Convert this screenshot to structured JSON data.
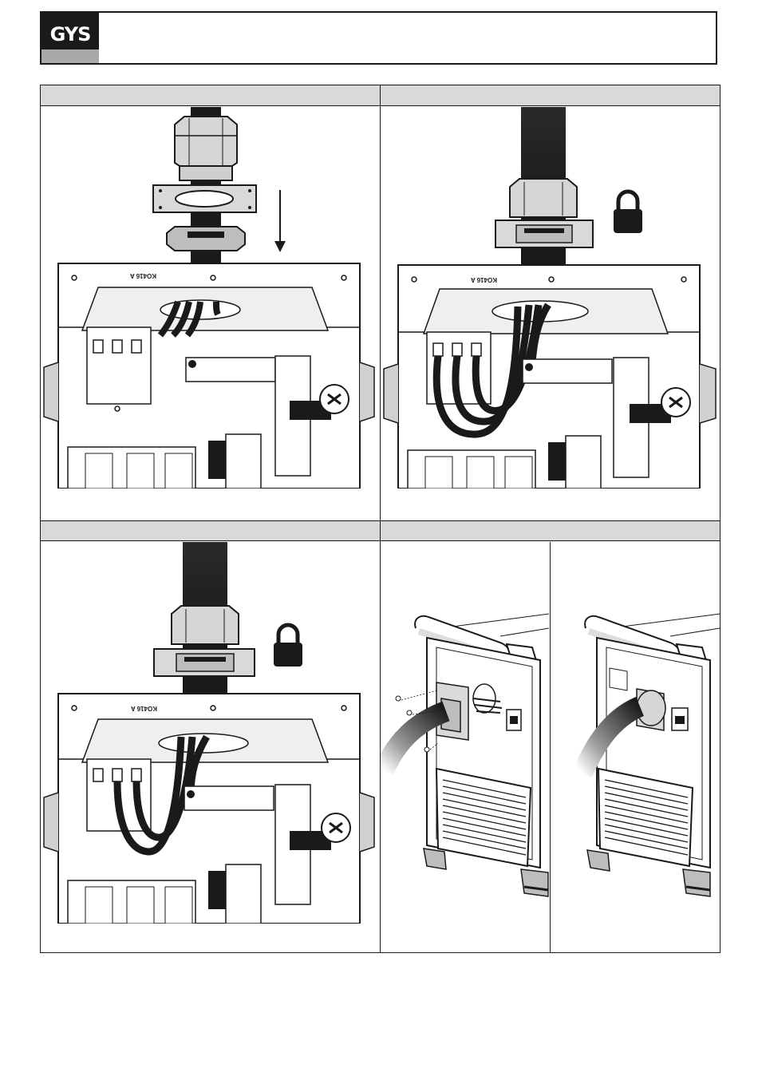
{
  "header": {
    "logo_text": "GYS"
  },
  "panels": {
    "top_left": {
      "id": "step-1"
    },
    "top_right": {
      "id": "step-2"
    },
    "bottom_left": {
      "id": "step-3"
    },
    "bottom_right": {
      "id": "step-4"
    }
  },
  "labels": {
    "part_code": "KO416 A"
  },
  "colors": {
    "band_gray": "#d9d9d9",
    "ink": "#1a1a1a",
    "logo_strip": "#a9a9a9"
  }
}
